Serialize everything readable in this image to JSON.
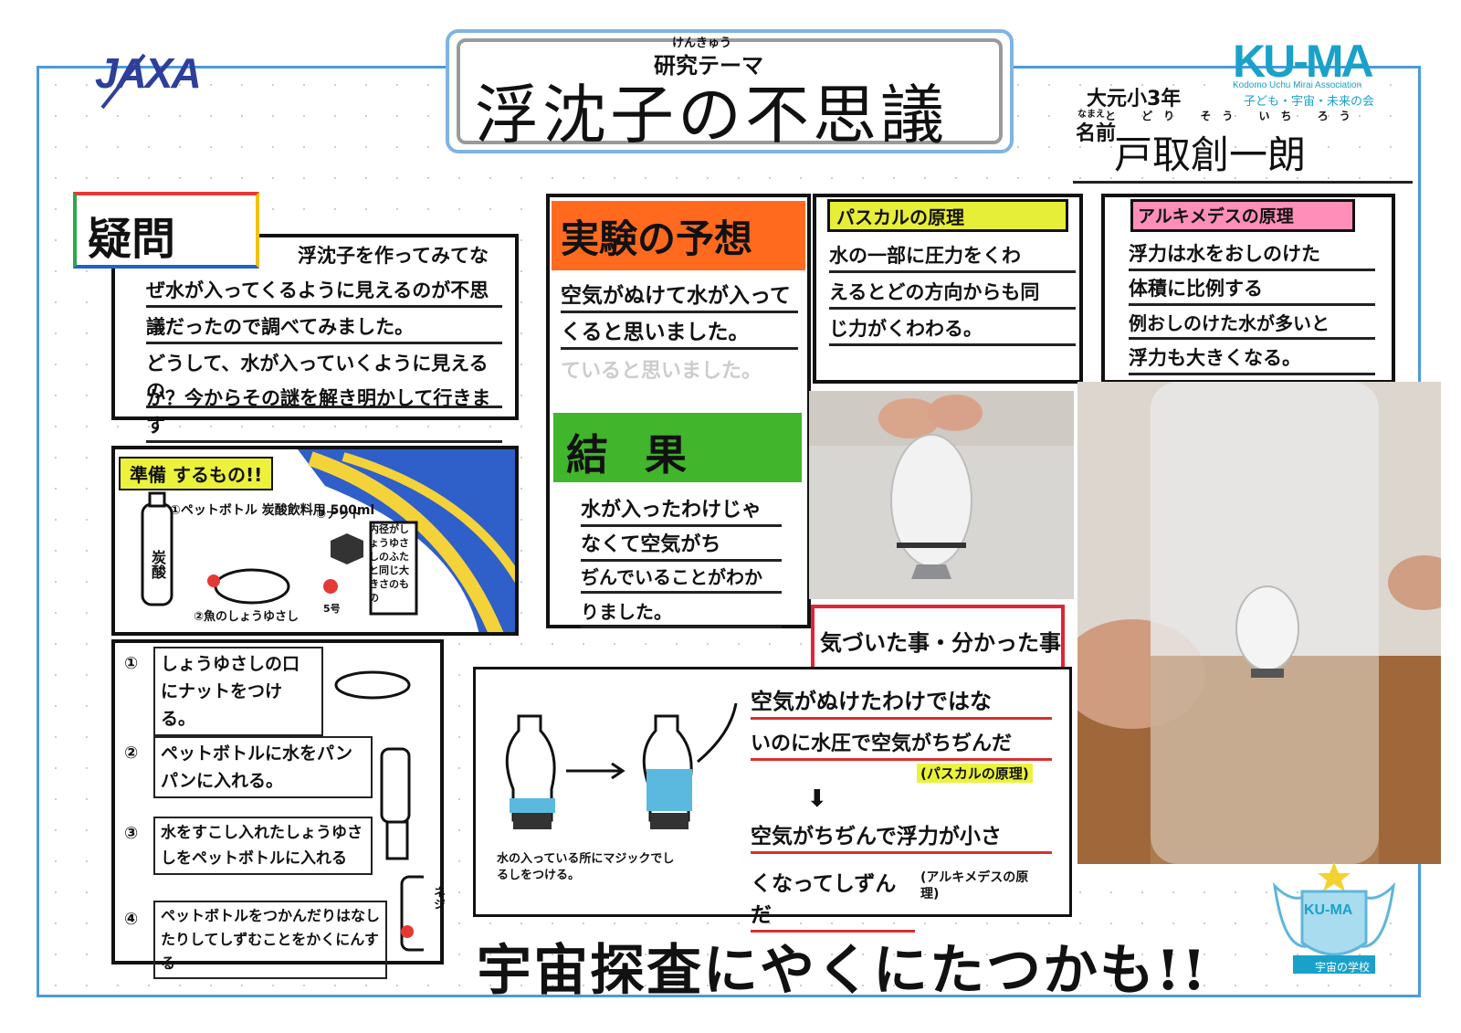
{
  "header": {
    "theme_label": "研究テーマ",
    "theme_ruby": "けんきゅう",
    "title": "浮沈子の不思議",
    "jaxa_logo": "JAXA",
    "kuma_logo": "KU-MA",
    "kuma_subtitle": "Kodomo Uchu Mirai Association",
    "kuma_tagline": "子ども・宇宙・未来の会",
    "school": "大元小3年",
    "name_label": "名前",
    "name_label_ruby": "なまえ",
    "name_ruby": "と どり そう いち ろう",
    "name": "戸取創一朗"
  },
  "question": {
    "heading": "疑問",
    "lines": [
      "浮沈子を作ってみてな",
      "ぜ水が入ってくるように見えるのが不思",
      "議だったので調べてみました。",
      "どうして、水が入っていくように見えるの",
      "か？今からその謎を解き明かして行きます"
    ]
  },
  "prep": {
    "label": "準備 するもの!!",
    "items": [
      "①ペットボトル 炭酸飲料用 500ml",
      "炭酸",
      "③ナット",
      "②魚のしょうゆさし",
      "5号",
      "内径がしょうゆさしのふたと同じ大きさのもの"
    ]
  },
  "steps": [
    {
      "num": "①",
      "text": "しょうゆさしの口にナットをつける。"
    },
    {
      "num": "②",
      "text": "ペットボトルに水をパンパンに入れる。"
    },
    {
      "num": "③",
      "text": "水をすこし入れたしょうゆさしをペットボトルに入れる"
    },
    {
      "num": "④",
      "text": "ペットボトルをつかんだりはなしたりしてしずむことをかくにんする"
    }
  ],
  "steps_side_label": "ネジ",
  "prediction": {
    "heading": "実験の予想",
    "lines": [
      "空気がぬけて水が入って",
      "くると思いました。"
    ],
    "faint": "ていると思いました。"
  },
  "result": {
    "heading": "結果",
    "lines": [
      "水が入ったわけじゃ",
      "なくて空気がち",
      "ぢんでいることがわか",
      "りました。"
    ]
  },
  "pascal": {
    "heading": "パスカルの原理",
    "lines": [
      "水の一部に圧力をくわ",
      "えるとどの方向からも同",
      "じ力がくわわる。"
    ]
  },
  "archimedes": {
    "heading": "アルキメデスの原理",
    "lines": [
      "浮力は水をおしのけた",
      "体積に比例する",
      "例おしのけた水が多いと",
      "浮力も大きくなる。"
    ]
  },
  "discovery": {
    "label": "気づいた事・分かった事",
    "lines": [
      "空気がぬけたわけではな",
      "いのに水圧で空気がちぢんだ",
      "空気がちぢんで浮力が小さ",
      "くなってしずんだ"
    ],
    "tag_pascal": "(パスカルの原理)",
    "tag_arch": "(アルキメデスの原理)",
    "caption": "水の入っている所にマジックでしるしをつける。"
  },
  "footer": "宇宙探査にやくにたつかも!!",
  "badge": {
    "logo": "KU-MA",
    "caption": "宇宙の学校"
  },
  "colors": {
    "frame": "#4a9bdc",
    "prediction": "#ff6a1f",
    "result": "#41b52b",
    "pascal": "#e6ee37",
    "archimedes": "#ff8fb8",
    "discovery_border": "#e0243a",
    "kuma": "#1aa1c9"
  }
}
